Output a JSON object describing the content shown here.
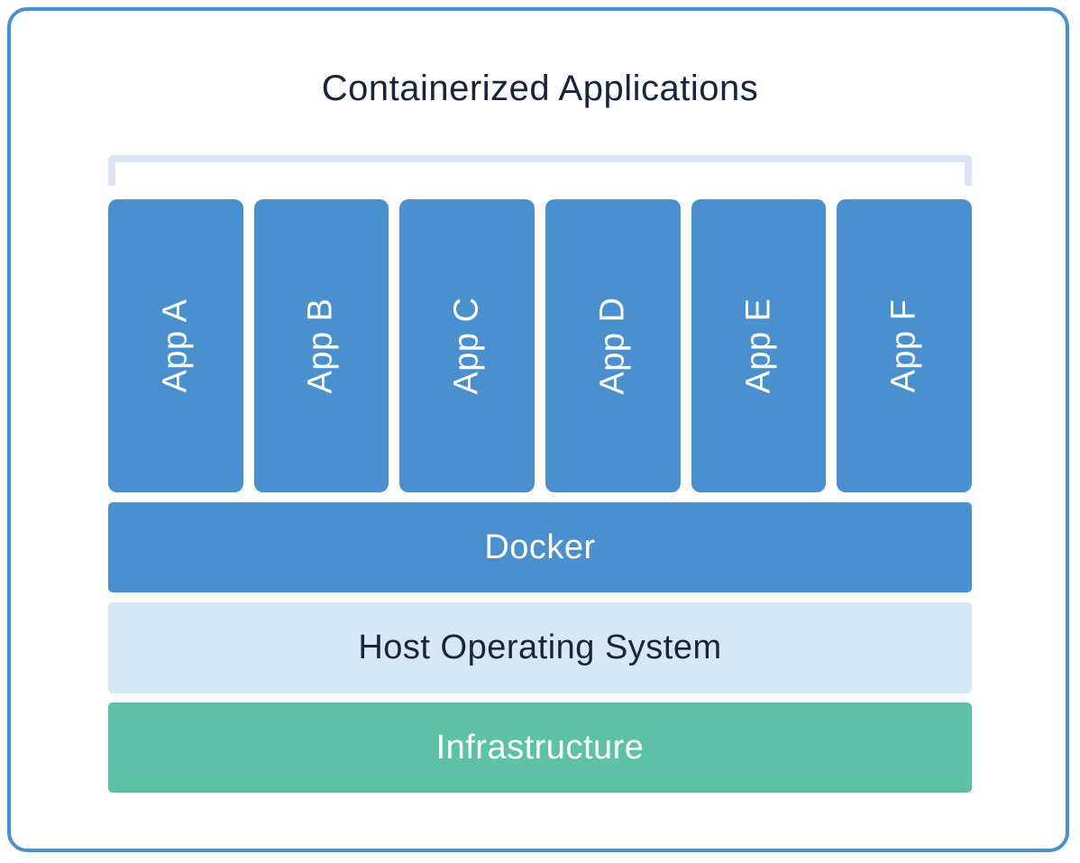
{
  "title": "Containerized Applications",
  "apps": [
    {
      "label": "App A"
    },
    {
      "label": "App B"
    },
    {
      "label": "App C"
    },
    {
      "label": "App D"
    },
    {
      "label": "App E"
    },
    {
      "label": "App F"
    }
  ],
  "layers": [
    {
      "id": "docker",
      "label": "Docker",
      "bg": "#4a90ce",
      "text_color": "#ffffff"
    },
    {
      "id": "host-os",
      "label": "Host Operating System",
      "bg": "#d5e8f8",
      "text_color": "#17243e"
    },
    {
      "id": "infrastructure",
      "label": "Infrastructure",
      "bg": "#5dc1a6",
      "text_color": "#ffffff"
    }
  ],
  "colors": {
    "background": "#ffffff",
    "outer_border": "#4a90ce",
    "bracket": "#d9e5f3",
    "app_box": "#4a90ce",
    "app_text": "#ffffff",
    "title_text": "#17243e"
  }
}
